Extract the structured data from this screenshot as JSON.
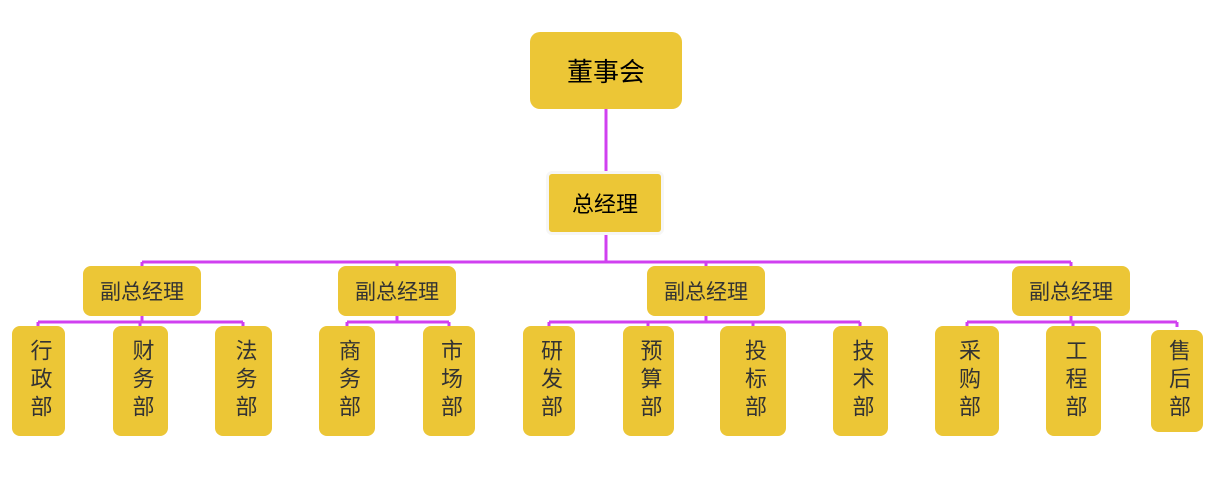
{
  "org": {
    "board": "董事会",
    "general_manager": "总经理",
    "vice_presidents": [
      {
        "title": "副总经理",
        "departments": [
          "行政部",
          "财务部",
          "法务部"
        ]
      },
      {
        "title": "副总经理",
        "departments": [
          "商务部",
          "市场部"
        ]
      },
      {
        "title": "副总经理",
        "departments": [
          "研发部",
          "预算部",
          "投标部",
          "技术部"
        ]
      },
      {
        "title": "副总经理",
        "departments": [
          "采购部",
          "工程部",
          "售后部"
        ]
      }
    ]
  },
  "colors": {
    "node_fill": "#ecc636",
    "connector": "#d040f0"
  }
}
